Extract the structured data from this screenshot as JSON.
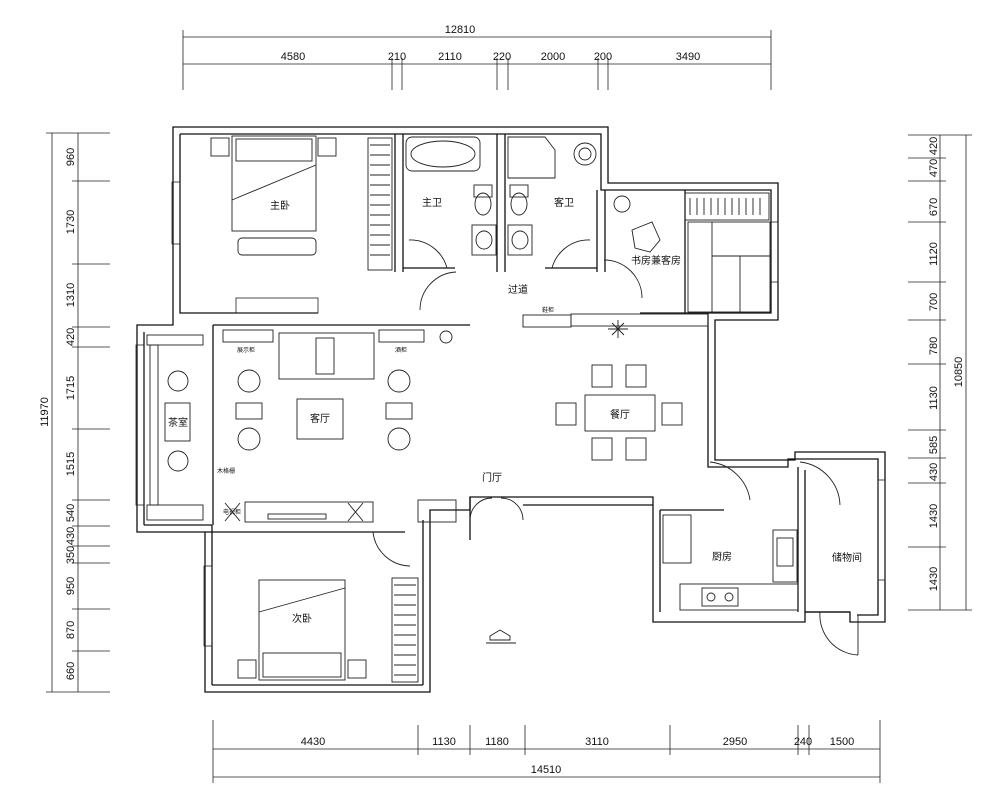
{
  "dimensions": {
    "top_total": "12810",
    "top_segments": [
      "4580",
      "210",
      "2110",
      "220",
      "2000",
      "200",
      "3490"
    ],
    "bottom_total": "14510",
    "bottom_segments": [
      "4430",
      "1130",
      "1180",
      "3110",
      "2950",
      "240",
      "1500"
    ],
    "left_total": "11970",
    "left_segments": [
      "960",
      "1730",
      "1310",
      "420",
      "1715",
      "1515",
      "540",
      "430",
      "350",
      "950",
      "870",
      "660"
    ],
    "right_total": "10850",
    "right_segments": [
      "470",
      "420",
      "670",
      "1120",
      "700",
      "780",
      "1130",
      "585",
      "430",
      "1430",
      "1430"
    ]
  },
  "rooms": {
    "master_bedroom": "主卧",
    "main_bath": "主卫",
    "guest_bath": "客卫",
    "study_guest": "书房兼客房",
    "corridor": "过道",
    "living_room": "客厅",
    "dining_room": "餐厅",
    "entry": "门厅",
    "tea_room": "茶室",
    "second_bedroom": "次卧",
    "kitchen": "厨房",
    "storage": "储物间"
  },
  "labels": {
    "display_cabinet_left": "展示柜",
    "display_cabinet_right": "酒柜",
    "tv_cabinet": "电视柜",
    "partition_note": "木格栅",
    "corridor_cabinet": "鞋柜"
  }
}
